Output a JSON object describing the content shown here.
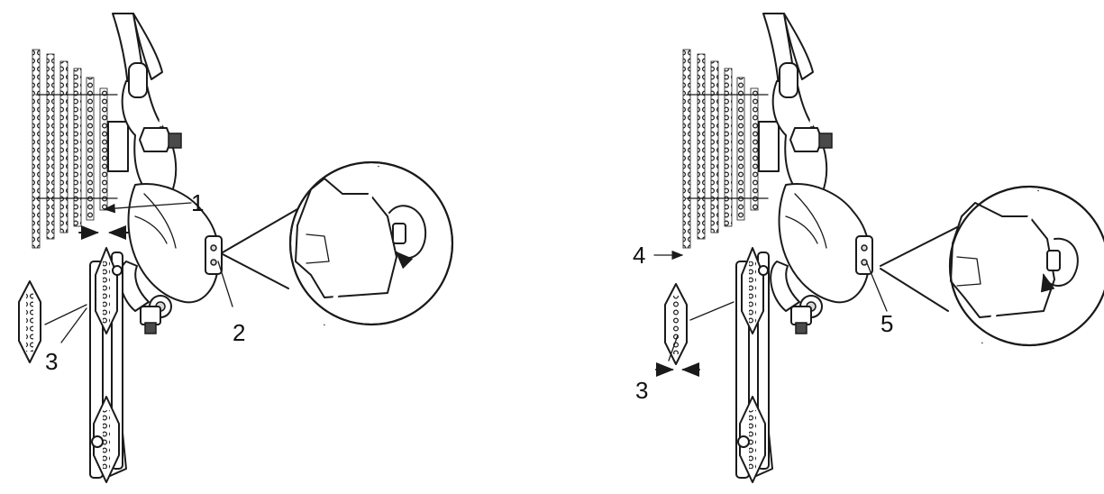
{
  "callouts_left": {
    "c1": "1",
    "c2": "2",
    "c3": "3"
  },
  "callouts_right": {
    "c3": "3",
    "c4": "4",
    "c5": "5"
  },
  "colors": {
    "line": "#1a1a1a",
    "background": "#ffffff"
  }
}
